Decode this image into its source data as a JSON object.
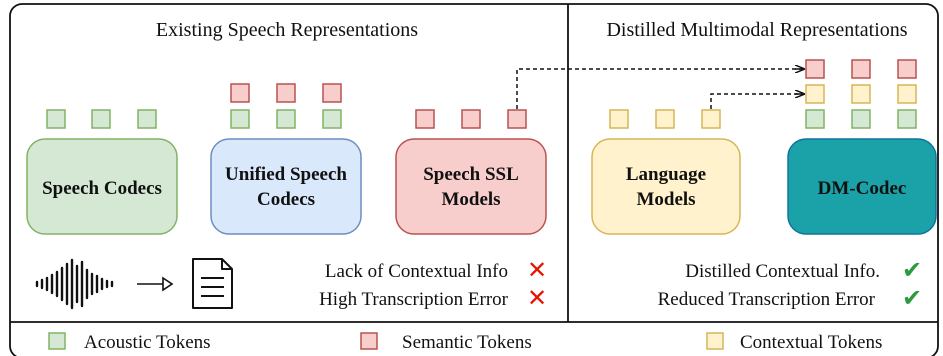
{
  "left_panel": {
    "title": "Existing Speech Representations",
    "models": [
      {
        "id": "speech-codecs",
        "lines": [
          "Speech Codecs"
        ],
        "tokens": [
          "acoustic"
        ]
      },
      {
        "id": "unified-speech-codecs",
        "lines": [
          "Unified Speech",
          "Codecs"
        ],
        "tokens": [
          "acoustic",
          "semantic"
        ]
      },
      {
        "id": "speech-ssl-models",
        "lines": [
          "Speech SSL",
          "Models"
        ],
        "tokens": [
          "semantic"
        ]
      }
    ],
    "issues": [
      "Lack of Contextual Info",
      "High Transcription Error"
    ],
    "issue_mark": "✕"
  },
  "right_panel": {
    "title": "Distilled Multimodal Representations",
    "models": [
      {
        "id": "language-models",
        "lines": [
          "Language",
          "Models"
        ],
        "tokens": [
          "contextual"
        ]
      },
      {
        "id": "dm-codec",
        "lines": [
          "DM-Codec"
        ],
        "tokens": [
          "acoustic",
          "contextual",
          "semantic"
        ]
      }
    ],
    "benefits": [
      "Distilled Contextual Info.",
      "Reduced Transcription Error"
    ],
    "benefit_mark": "✔"
  },
  "legend": [
    {
      "type": "acoustic",
      "label": "Acoustic Tokens"
    },
    {
      "type": "semantic",
      "label": "Semantic Tokens"
    },
    {
      "type": "contextual",
      "label": "Contextual Tokens"
    }
  ],
  "colors": {
    "acoustic_fill": "#d5e8d4",
    "acoustic_stroke": "#82b366",
    "semantic_fill": "#f8cecc",
    "semantic_stroke": "#b85450",
    "contextual_fill": "#fff2cc",
    "contextual_stroke": "#d6b656",
    "codecs_fill": "#d5e8d4",
    "codecs_stroke": "#82b366",
    "unified_fill": "#dae8fc",
    "unified_stroke": "#6c8ebf",
    "ssl_fill": "#f8cecc",
    "ssl_stroke": "#b85450",
    "lm_fill": "#fff2cc",
    "lm_stroke": "#d6b656",
    "dm_fill": "#1ba1a8",
    "dm_stroke": "#10739e",
    "cross": "#e51400",
    "check": "#2d9a3e"
  }
}
